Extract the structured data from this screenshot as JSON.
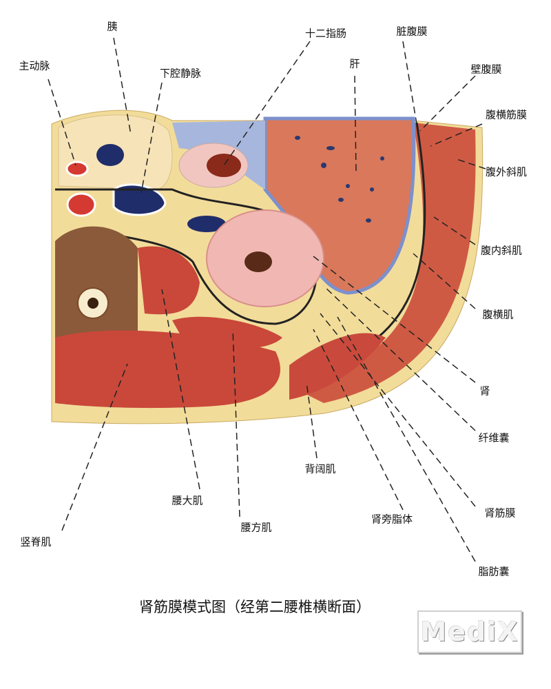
{
  "labels": {
    "pancreas": "胰",
    "aorta": "主动脉",
    "ivc": "下腔静脉",
    "duodenum": "十二指肠",
    "liver": "肝",
    "visceral_peritoneum": "脏腹膜",
    "parietal_peritoneum": "壁腹膜",
    "transversalis_fascia": "腹横筋膜",
    "external_oblique": "腹外斜肌",
    "internal_oblique": "腹内斜肌",
    "transversus_abdominis": "腹横肌",
    "kidney": "肾",
    "fibrous_capsule": "纤维囊",
    "latissimus_dorsi": "背阔肌",
    "renal_fascia": "肾筋膜",
    "psoas_major": "腰大肌",
    "pararenal_fat": "肾旁脂体",
    "quadratus_lumborum": "腰方肌",
    "erector_spinae": "竖脊肌",
    "adipose_capsule": "脂肪囊"
  },
  "title": "肾筋膜模式图（经第二腰椎横断面）",
  "watermark": "MediX",
  "colors": {
    "muscle": "#c9483a",
    "fat": "#f3d98a",
    "liver": "#d9785a",
    "peritoneum": "#8fa2d4",
    "kidney": "#f0b4b0"
  }
}
